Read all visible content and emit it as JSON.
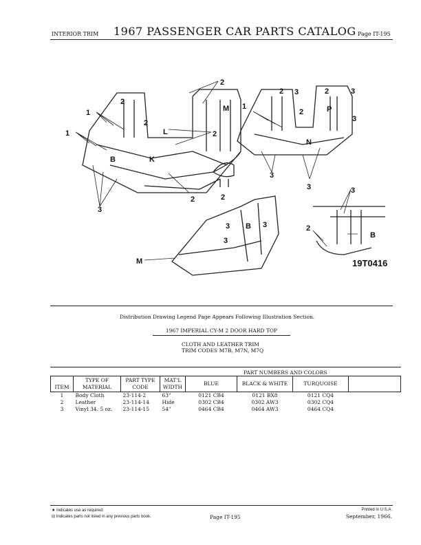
{
  "header": {
    "section": "INTERIOR TRIM",
    "title": "1967 PASSENGER CAR PARTS CATALOG",
    "page": "Page IT-195"
  },
  "illustration": {
    "code": "19T0416",
    "callouts": [
      "2",
      "M",
      "1",
      "2",
      "2",
      "L",
      "1",
      "B",
      "K",
      "3",
      "2",
      "2",
      "3",
      "1",
      "2",
      "3",
      "2",
      "3",
      "2",
      "P",
      "3",
      "N",
      "3",
      "3",
      "3",
      "2",
      "B",
      "3",
      "M",
      "3",
      "2",
      "B"
    ]
  },
  "notice": "Distribution Drawing Legend Page Appears Following Illustration Section.",
  "model": "1967 IMPERIAL CY-M 2 DOOR HARD TOP",
  "trim": {
    "line1": "CLOTH AND LEATHER TRIM",
    "line2": "TRIM CODES M7B, M7N, M7Q"
  },
  "table": {
    "group_header": "PART NUMBERS AND COLORS",
    "headers": {
      "item": "ITEM",
      "type": [
        "TYPE OF",
        "MATERIAL"
      ],
      "code": [
        "PART TYPE",
        "CODE"
      ],
      "width": [
        "MAT'L",
        "WIDTH"
      ],
      "blue": "BLUE",
      "bw": "BLACK & WHITE",
      "turq": "TURQUOISE"
    },
    "rows": [
      {
        "item": "1",
        "material": "Body Cloth",
        "code": "23-114-2",
        "width": "63\"",
        "blue": "0121 CB4",
        "bw": "0121 BX8",
        "turq": "0121 CQ4"
      },
      {
        "item": "2",
        "material": "Leather",
        "code": "23-114-14",
        "width": "Hide",
        "blue": "0302 CB4",
        "bw": "0302 AW3",
        "turq": "0302 CQ4"
      },
      {
        "item": "3",
        "material": "Vinyl 34. 5 oz.",
        "code": "23-114-15",
        "width": "54\"",
        "blue": "0464 CB4",
        "bw": "0464 AW3",
        "turq": "0464 CQ4"
      }
    ]
  },
  "footer": {
    "note1": "★ Indicates use as required.",
    "note2": "⊟ Indicates parts not listed in any previous parts book.",
    "page": "Page IT-195",
    "printed": "Printed in U.S.A.",
    "date": "September, 1966."
  }
}
